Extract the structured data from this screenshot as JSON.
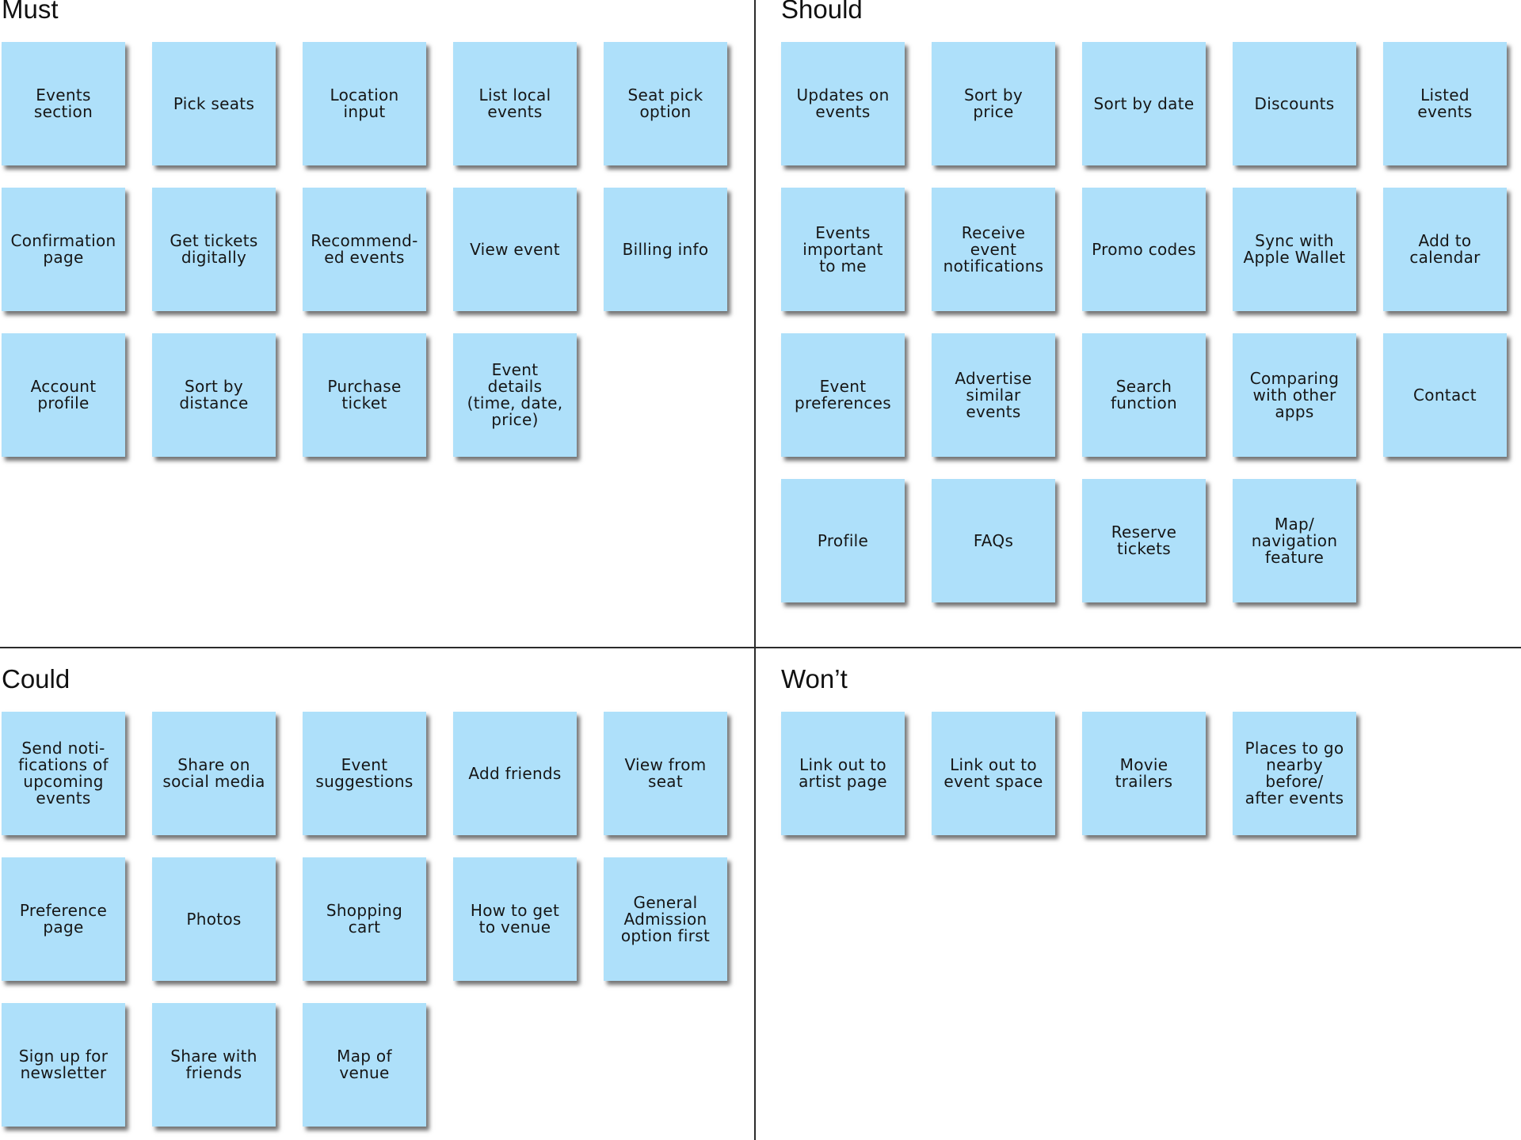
{
  "colors": {
    "note": "#aee0fa",
    "divider": "#2b2b2b",
    "title": "#111111"
  },
  "quadrants": [
    {
      "key": "must",
      "title": "Must",
      "notes": [
        "Events\nsection",
        "Pick seats",
        "Location\ninput",
        "List local\nevents",
        "Seat pick\noption",
        "Confirmation\npage",
        "Get tickets\ndigitally",
        "Recommend-\ned events",
        "View event",
        "Billing info",
        "Account\nprofile",
        "Sort by\ndistance",
        "Purchase\nticket",
        "Event\ndetails\n(time, date,\nprice)"
      ]
    },
    {
      "key": "should",
      "title": "Should",
      "notes": [
        "Updates on\nevents",
        "Sort by\nprice",
        "Sort by date",
        "Discounts",
        "Listed\nevents",
        "Events\nimportant\nto me",
        "Receive\nevent\nnotifications",
        "Promo codes",
        "Sync with\nApple Wallet",
        "Add to\ncalendar",
        "Event\npreferences",
        "Advertise\nsimilar\nevents",
        "Search\nfunction",
        "Comparing\nwith other\napps",
        "Contact",
        "Profile",
        "FAQs",
        "Reserve\ntickets",
        "Map/\nnavigation\nfeature"
      ]
    },
    {
      "key": "could",
      "title": "Could",
      "notes": [
        "Send noti-\nfications of\nupcoming\nevents",
        "Share on\nsocial media",
        "Event\nsuggestions",
        "Add friends",
        "View from\nseat",
        "Preference\npage",
        "Photos",
        "Shopping\ncart",
        "How to get\nto venue",
        "General\nAdmission\noption first",
        "Sign up for\nnewsletter",
        "Share with\nfriends",
        "Map of\nvenue"
      ]
    },
    {
      "key": "wont",
      "title": "Won’t",
      "notes": [
        "Link out to\nartist page",
        "Link out to\nevent space",
        "Movie\ntrailers",
        "Places to go\nnearby\nbefore/\nafter events"
      ]
    }
  ]
}
